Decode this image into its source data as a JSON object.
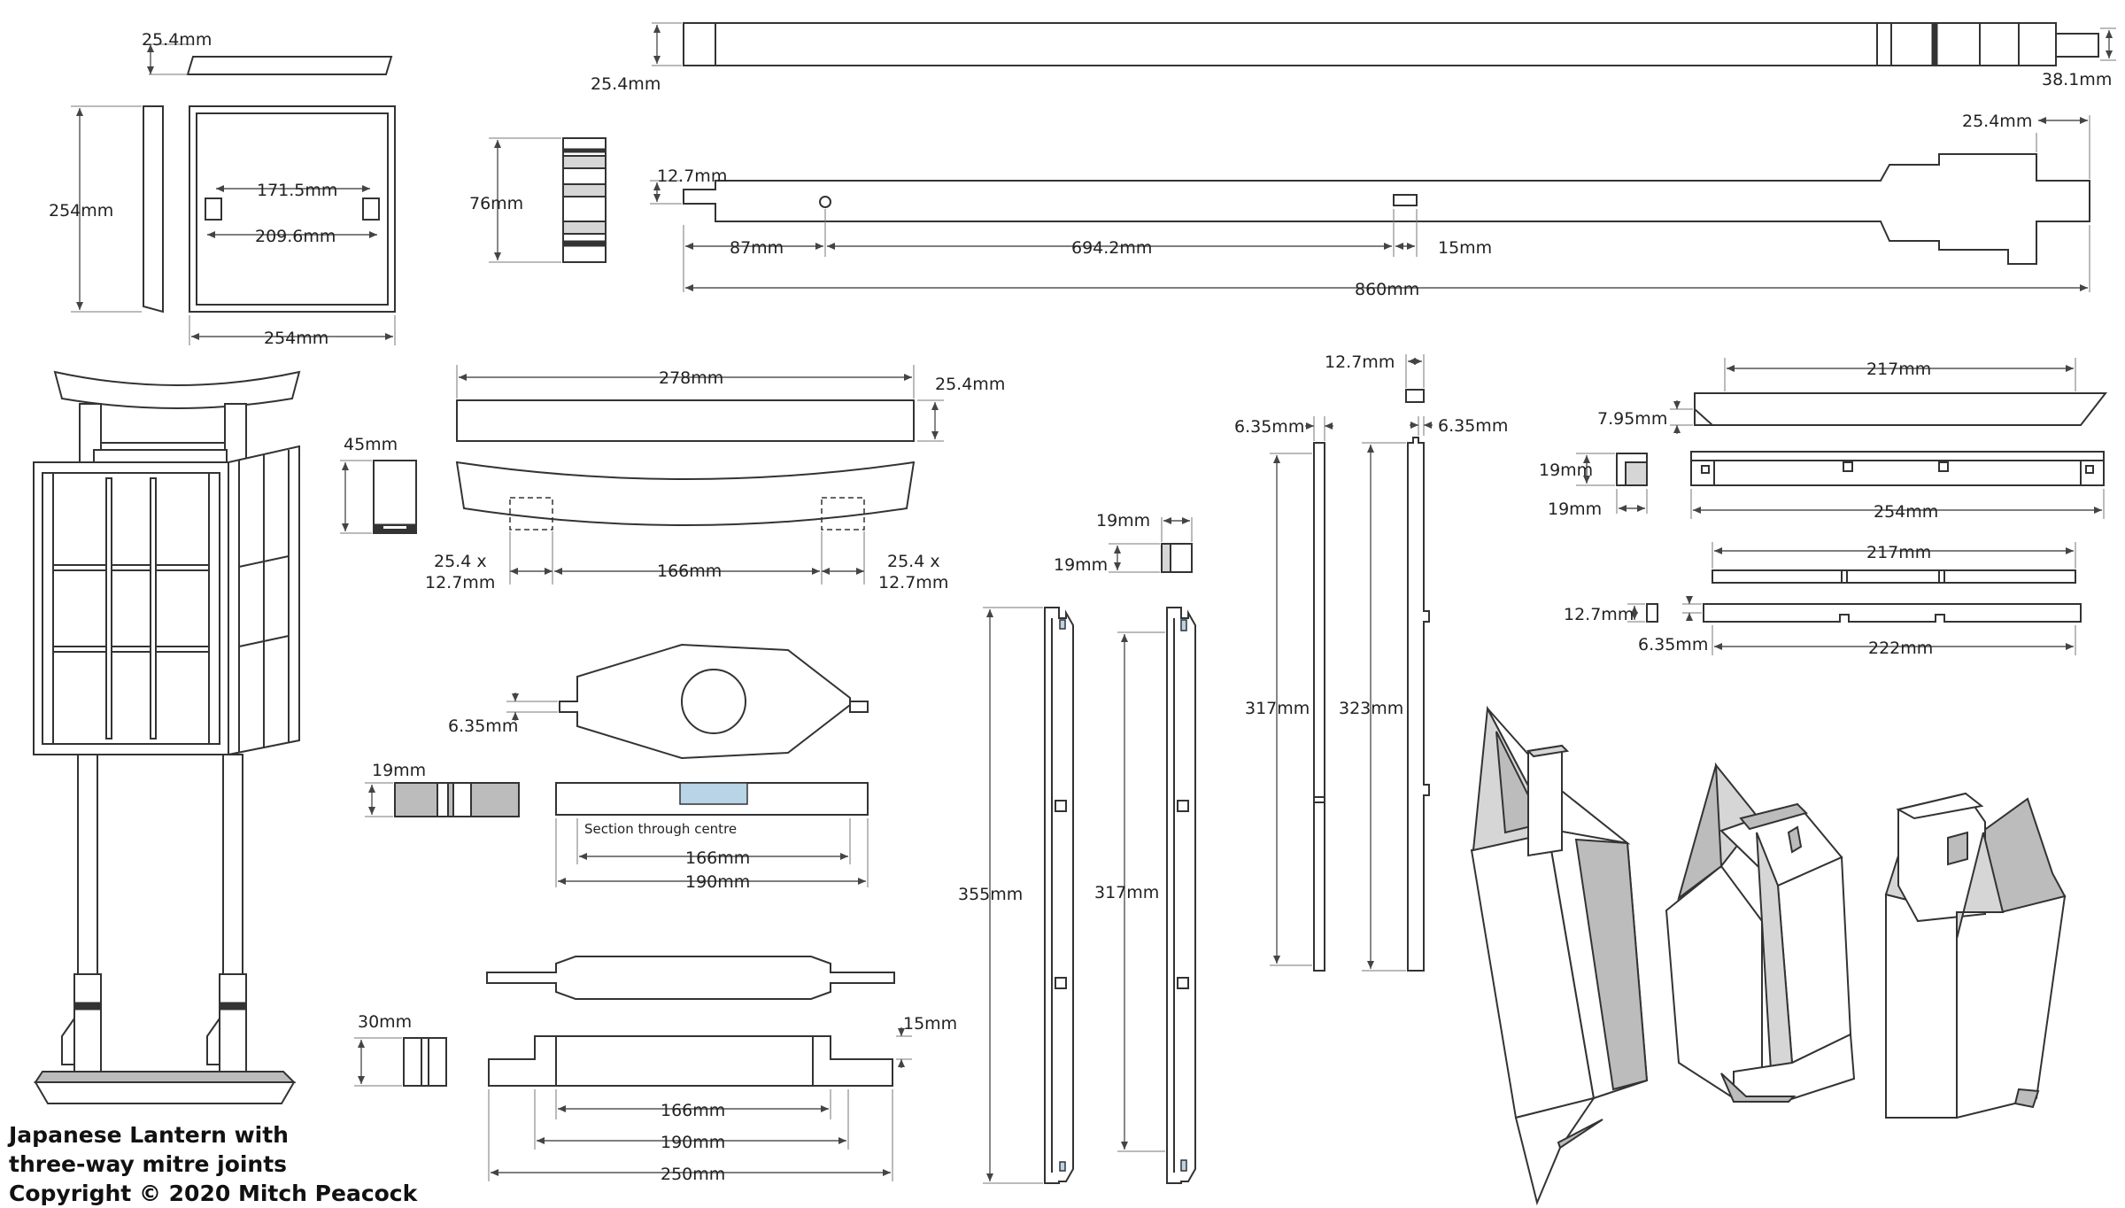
{
  "labels": {
    "d_top_25_4": "25.4mm",
    "d_top_254h": "254mm",
    "d_top_171": "171.5mm",
    "d_top_209": "209.6mm",
    "d_top_254w": "254mm",
    "d_76": "76mm",
    "d_beam_25_4": "25.4mm",
    "d_beam_38_1": "38.1mm",
    "d_12_7_a": "12.7mm",
    "d_87": "87mm",
    "d_694": "694.2mm",
    "d_15_a": "15mm",
    "d_860": "860mm",
    "d_25_4_b": "25.4mm",
    "d_278": "278mm",
    "d_25_4_c": "25.4mm",
    "d_45": "45mm",
    "d_25_4x_l1": "25.4 x",
    "d_25_4x_l2": "12.7mm",
    "d_166_a": "166mm",
    "d_25_4x_r1": "25.4 x",
    "d_25_4x_r2": "12.7mm",
    "d_6_35_a": "6.35mm",
    "d_19_a": "19mm",
    "section": "Section through centre",
    "d_166_b": "166mm",
    "d_190_a": "190mm",
    "d_30": "30mm",
    "d_15_b": "15mm",
    "d_166_c": "166mm",
    "d_190_b": "190mm",
    "d_250": "250mm",
    "d_19_b": "19mm",
    "d_19_c": "19mm",
    "d_355": "355mm",
    "d_317_a": "317mm",
    "d_12_7_b": "12.7mm",
    "d_6_35_b": "6.35mm",
    "d_6_35_c": "6.35mm",
    "d_317_b": "317mm",
    "d_323": "323mm",
    "d_217_a": "217mm",
    "d_7_95": "7.95mm",
    "d_19_d": "19mm",
    "d_19_e": "19mm",
    "d_254_b": "254mm",
    "d_217_b": "217mm",
    "d_12_7_c": "12.7mm",
    "d_6_35_d": "6.35mm",
    "d_222": "222mm"
  },
  "title": {
    "line1": "Japanese Lantern with",
    "line2": "three-way mitre joints",
    "line3": "Copyright © 2020 Mitch Peacock"
  }
}
